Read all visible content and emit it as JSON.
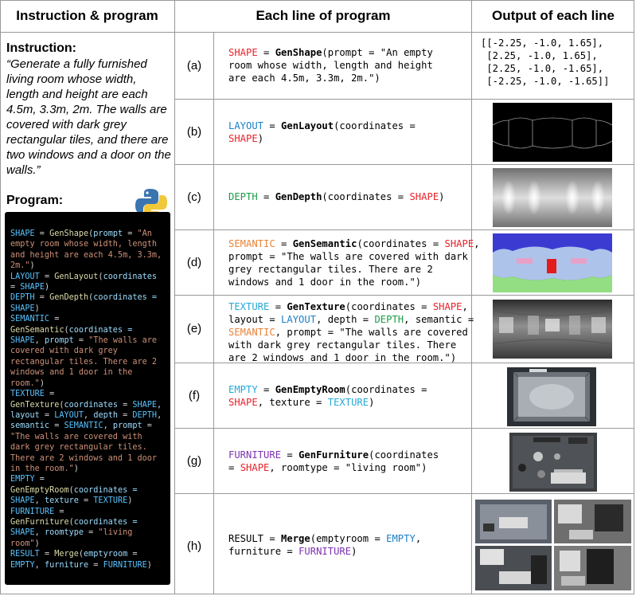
{
  "headers": {
    "col1": "Instruction & program",
    "col2": "Each line of program",
    "col3": "Output of each line"
  },
  "instruction": {
    "title": "Instruction:",
    "text": "“Generate a fully furnished living room whose width, length and height are each 4.5m, 3.3m, 2m. The walls are covered with dark grey rectangular tiles, and there are two windows and a door on the walls.”"
  },
  "program": {
    "title": "Program:",
    "icon": "python-logo-icon"
  },
  "rows": [
    {
      "label": "(a)"
    },
    {
      "label": "(b)"
    },
    {
      "label": "(c)"
    },
    {
      "label": "(d)"
    },
    {
      "label": "(e)"
    },
    {
      "label": "(f)"
    },
    {
      "label": "(g)"
    },
    {
      "label": "(h)"
    }
  ],
  "output_a": "[[-2.25, -1.0, 1.65],\n [2.25, -1.0, 1.65],\n [2.25, -1.0, -1.65],\n [-2.25, -1.0, -1.65]]",
  "colors": {
    "border": "#999999",
    "code_bg": "#000000",
    "shape": "#e8222a",
    "layout": "#1b7fc4",
    "depth": "#1d9a4a",
    "semantic": "#e8843a",
    "texture": "#25a9d6",
    "furniture": "#7d33b3"
  }
}
